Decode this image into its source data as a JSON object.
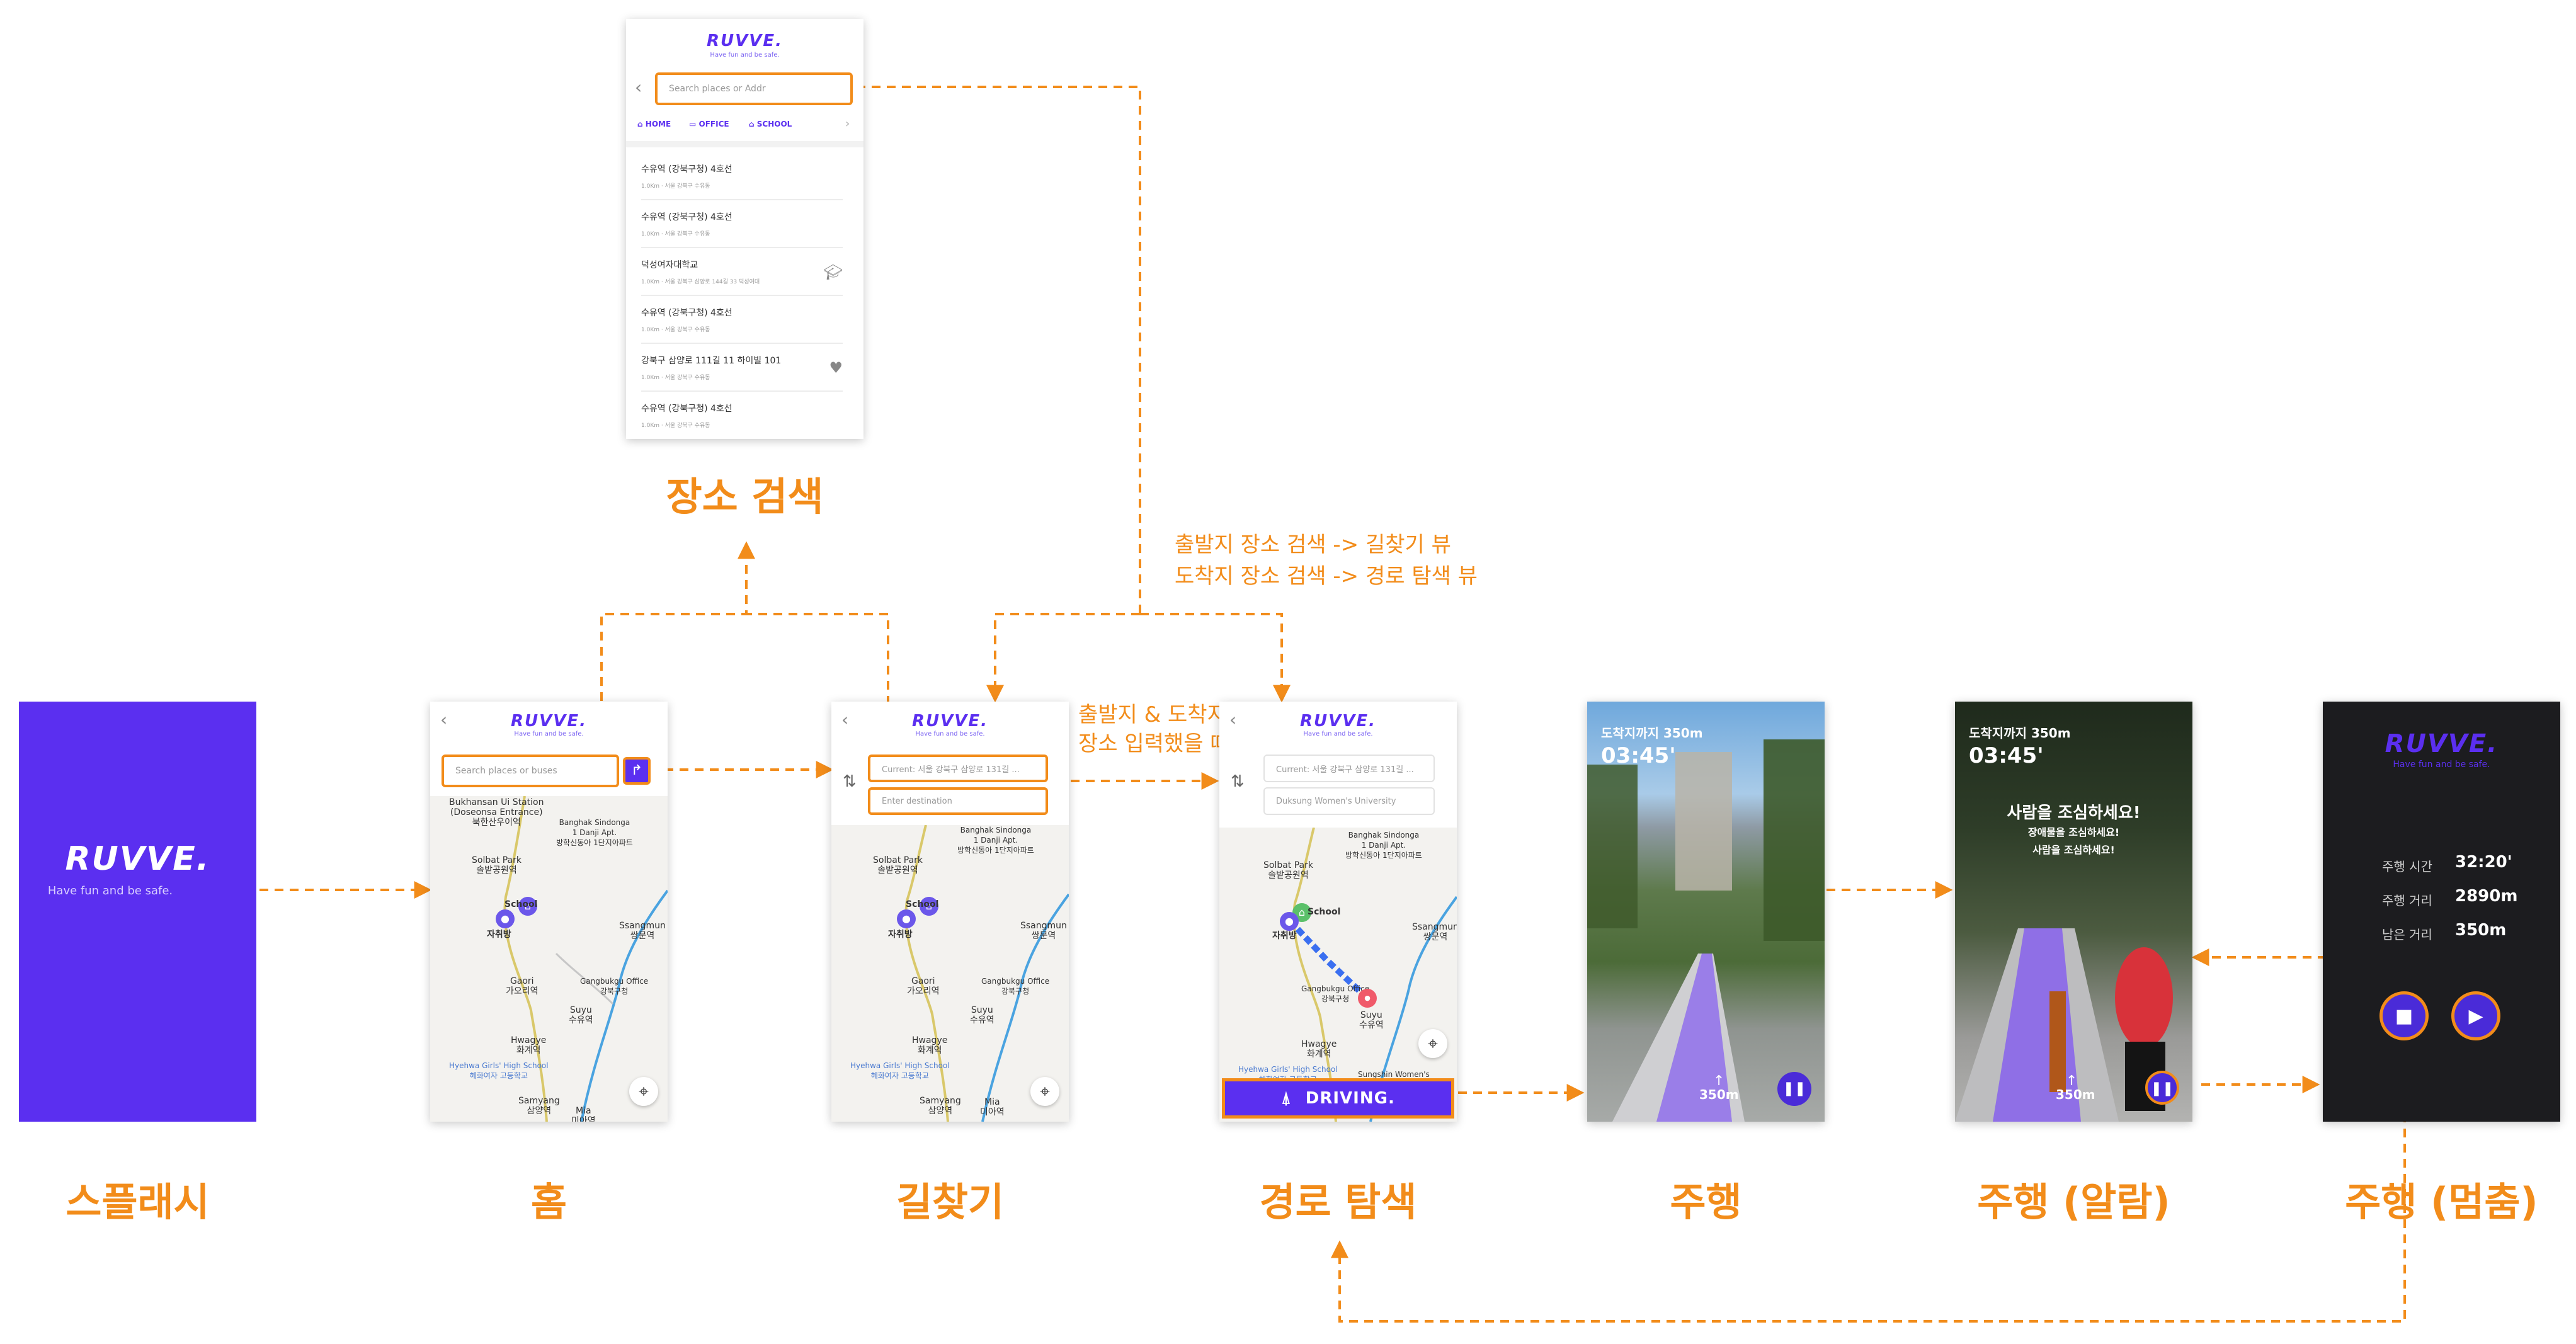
{
  "brand": {
    "logo": "RUVVE.",
    "tagline": "Have fun and be safe.",
    "accent": "#5b2ff0",
    "connector_color": "#f28c1a"
  },
  "captions": {
    "splash": "스플래시",
    "home": "홈",
    "place_search": "장소 검색",
    "find_way": "길찾기",
    "route_search": "경로 탐색",
    "driving": "주행",
    "driving_alarm": "주행 (알람)",
    "driving_stop": "주행 (멈춤)"
  },
  "notes": {
    "search_flow_1": "출발지 장소 검색 -> 길찾기 뷰",
    "search_flow_2": "도착지 장소 검색 -> 경로 탐색 뷰",
    "both_entered_1": "출발지 & 도착지",
    "both_entered_2": "장소 입력했을 때"
  },
  "place_search": {
    "placeholder": "Search places or Addr",
    "quick": [
      "HOME",
      "OFFICE",
      "SCHOOL"
    ],
    "results": [
      {
        "title": "수유역 (강북구청) 4호선",
        "sub": "1.0Km  ·  서울 강북구 수유동",
        "icon": ""
      },
      {
        "title": "수유역 (강북구청) 4호선",
        "sub": "1.0Km  ·  서울 강북구 수유동",
        "icon": ""
      },
      {
        "title": "덕성여자대학교",
        "sub": "1.0Km  ·  서울 강북구 삼양로 144길 33 덕성여대",
        "icon": "school-icon"
      },
      {
        "title": "수유역 (강북구청) 4호선",
        "sub": "1.0Km  ·  서울 강북구 수유동",
        "icon": ""
      },
      {
        "title": "강북구 삼양로 111길 11 하이빌 101",
        "sub": "1.0Km  ·  서울 강북구 수유동",
        "icon": "heart-icon"
      },
      {
        "title": "수유역 (강북구청) 4호선",
        "sub": "1.0Km  ·  서울 강북구 수유동",
        "icon": ""
      }
    ]
  },
  "home": {
    "search_placeholder": "Search places or buses"
  },
  "find_way": {
    "current_value": "Current: 서울 강북구 삼양로 131길 ...",
    "destination_placeholder": "Enter destination"
  },
  "route_search": {
    "current_value": "Current: 서울 강북구 삼양로 131길 ...",
    "destination_value": "Duksung Women's University",
    "driving_button": "DRIVING."
  },
  "map_labels": {
    "bukhansan": "Bukhansan Ui Station\n(Doseonsa Entrance)\n북한산우이역",
    "banghak": "Banghak Sindonga\n1 Danji Apt.\n방학신동아 1단지아파트",
    "solbat": "Solbat Park\n솔밭공원역",
    "school": "School",
    "home_place": "자취방",
    "ssangmun": "Ssangmun\n쌍문역",
    "gaori": "Gaori\n가오리역",
    "gangbuk_office": "Gangbukgu Office\n강북구청",
    "suyu": "Suyu\n수유역",
    "hwagye": "Hwagye\n화계역",
    "hyehwa": "Hyehwa Girls' High School\n혜화여자 고등학교",
    "samyang": "Samyang\n삼양역",
    "mia": "Mia\n미아역",
    "duksung": "Sungshin Women's\n..."
  },
  "driving": {
    "to_destination": "도착지까지 350m",
    "time": "03:45'",
    "distance_marker": "350m"
  },
  "alarm": {
    "to_destination": "도착지까지 350m",
    "time": "03:45'",
    "warning": "사람을 조심하세요!",
    "warning_sub_1": "장애물을 조심하세요!",
    "warning_sub_2": "사람을 조심하세요!",
    "distance_marker": "350m"
  },
  "stop": {
    "stats": [
      {
        "label": "주행 시간",
        "value": "32:20'"
      },
      {
        "label": "주행 거리",
        "value": "2890m"
      },
      {
        "label": "남은 거리",
        "value": "350m"
      }
    ]
  }
}
